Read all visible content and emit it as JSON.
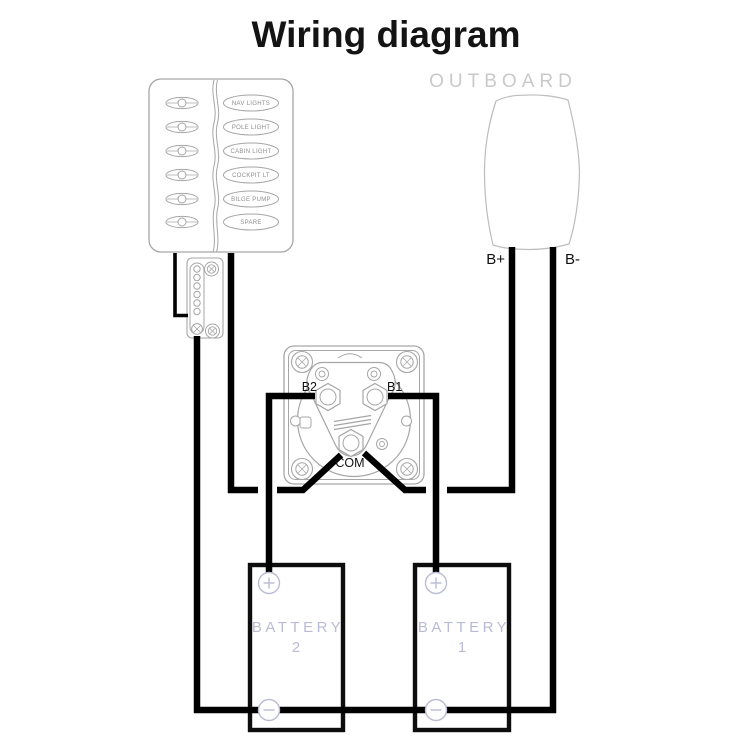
{
  "title": "Wiring diagram",
  "panel": {
    "switch_labels": [
      "NAV LIGHTS",
      "POLE LIGHT",
      "CABIN LIGHT",
      "COCKPIT LT",
      "BILGE PUMP",
      "SPARE"
    ]
  },
  "outboard": {
    "label": "OUTBOARD",
    "terminal_positive": "B+",
    "terminal_negative": "B-"
  },
  "battery_switch": {
    "terminal_b2": "B2",
    "terminal_b1": "B1",
    "terminal_com": "COM"
  },
  "batteries": [
    {
      "label": "BATTERY",
      "number": "2"
    },
    {
      "label": "BATTERY",
      "number": "1"
    }
  ],
  "colors": {
    "wire": "#000000",
    "component_outline": "#a6a6a6",
    "outboard_text": "#c9c9c9",
    "battery_text": "#b9bcd4",
    "title_text": "#141414"
  }
}
